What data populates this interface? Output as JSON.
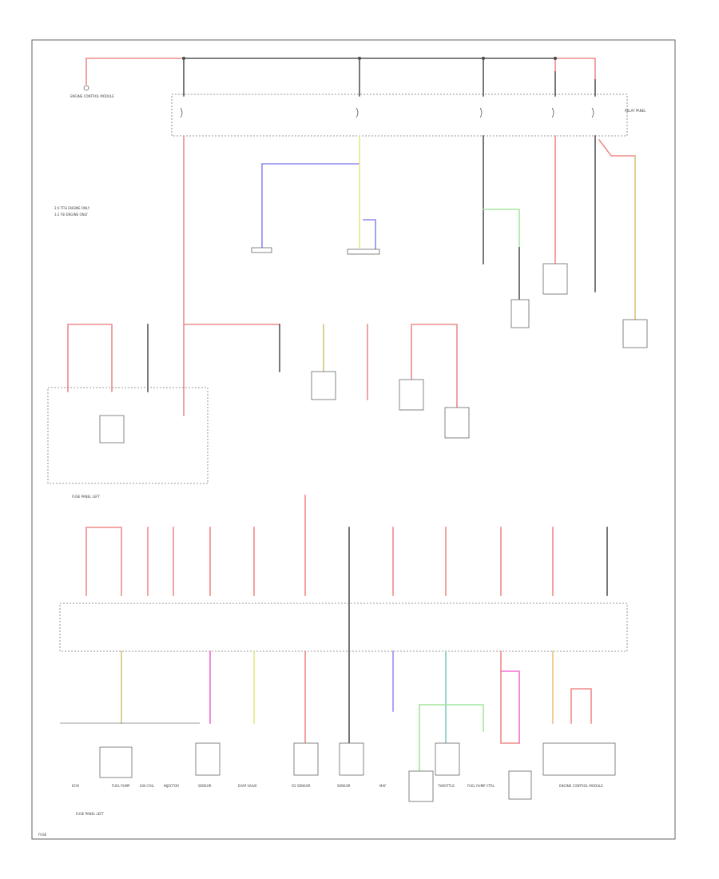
{
  "colors": {
    "red": "#f08a8a",
    "black": "#555555",
    "blue": "#8a8af0",
    "yellow": "#e6e68a",
    "green": "#a6e6a0",
    "pink": "#f070d0",
    "orange": "#f0c080",
    "tan": "#d8c27a",
    "violet": "#a08af0",
    "teal": "#7fc8c0"
  },
  "legend": [
    {
      "marker": "1",
      "text": "2.0 TFSI ENGINE ONLY"
    },
    {
      "marker": "2",
      "text": "3.2 FSI ENGINE ONLY"
    }
  ],
  "labels": {
    "top_left_component": "ENGINE CONTROL MODULE",
    "top_right_component": "RELAY PANEL",
    "left_fuse_panel": "FUSE PANEL LEFT",
    "bottom_fuse_panel": "FUSE PANEL LEFT",
    "page_marker": "FUSE"
  },
  "bottom_components": [
    "ECM",
    "FUEL PUMP",
    "IGN COIL",
    "INJECTOR",
    "SENSOR",
    "EVAP VALVE",
    "O2 SENSOR",
    "SENSOR",
    "MAF",
    "THROTTLE",
    "FUEL PUMP CTRL",
    "ENGINE CONTROL MODULE"
  ]
}
